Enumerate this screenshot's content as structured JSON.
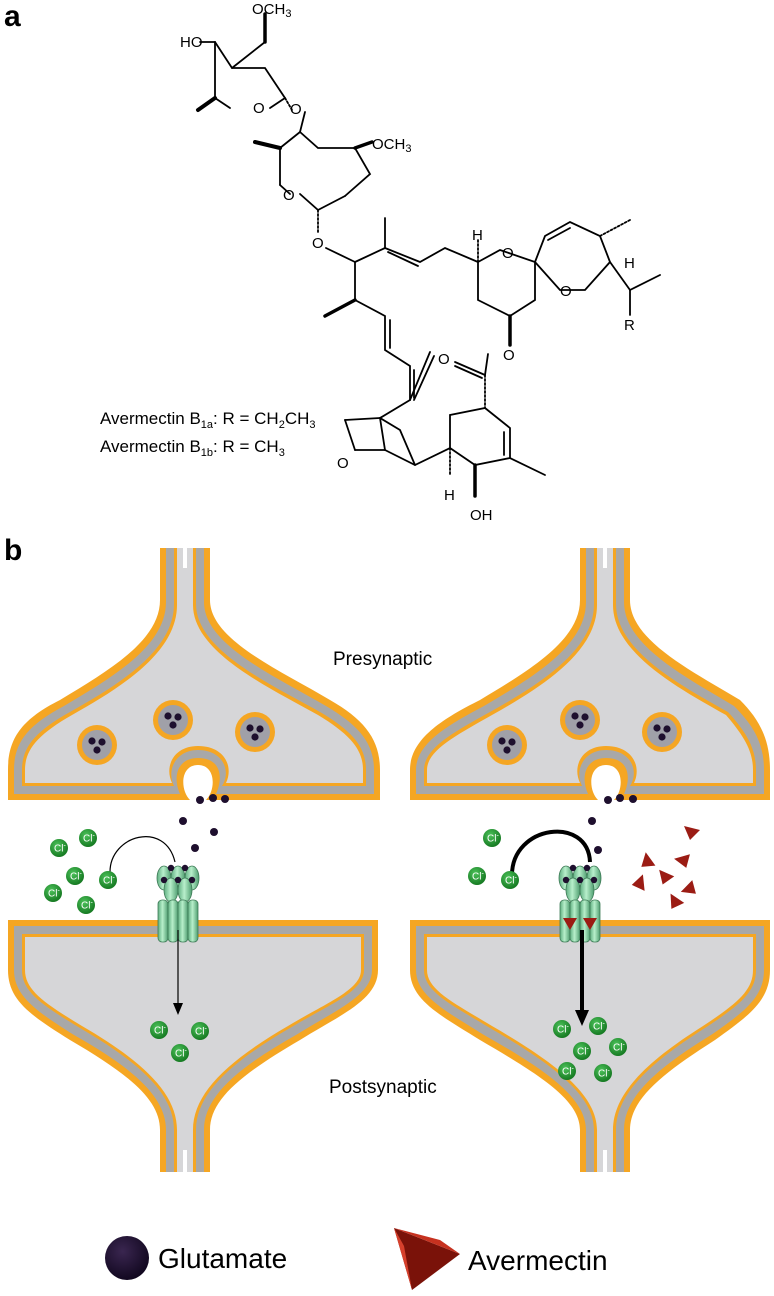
{
  "panels": {
    "a": "a",
    "b": "b"
  },
  "molecule": {
    "atoms": {
      "ho_top": "HO",
      "och3_top": "OCH",
      "och3_top_sub": "3",
      "o_ring1": "O",
      "o_link1": "O",
      "och3_mid": "OCH",
      "och3_mid_sub": "3",
      "o_ring2": "O",
      "o_link2": "O",
      "h_spiro": "H",
      "o_spiro1": "O",
      "o_spiro2": "O",
      "h_right": "H",
      "r_group": "R",
      "o_ester_carbonyl": "O",
      "o_ester": "O",
      "o_furan": "O",
      "h_bottom": "H",
      "oh_bottom": "OH"
    },
    "variants": [
      {
        "name": "Avermectin B",
        "sub": "1a",
        "formula": ": R = CH",
        "formula_sub": "2",
        "formula_end": "CH",
        "formula_end_sub": "3"
      },
      {
        "name": "Avermectin B",
        "sub": "1b",
        "formula": ": R = CH",
        "formula_sub": "3",
        "formula_end": "",
        "formula_end_sub": ""
      }
    ]
  },
  "synapse": {
    "presynaptic_label": "Presynaptic",
    "postsynaptic_label": "Postsynaptic",
    "ion_label": "Cl",
    "ion_charge": "-"
  },
  "legend": {
    "glutamate": "Glutamate",
    "avermectin": "Avermectin"
  },
  "colors": {
    "membrane_orange": "#f5a623",
    "membrane_gray": "#a8a8a8",
    "cytoplasm": "#d6d6d8",
    "glutamate": "#1e0f2e",
    "chloride": "#1f8a2a",
    "avermectin": "#9b1c14",
    "channel": "#8fd6a8"
  }
}
